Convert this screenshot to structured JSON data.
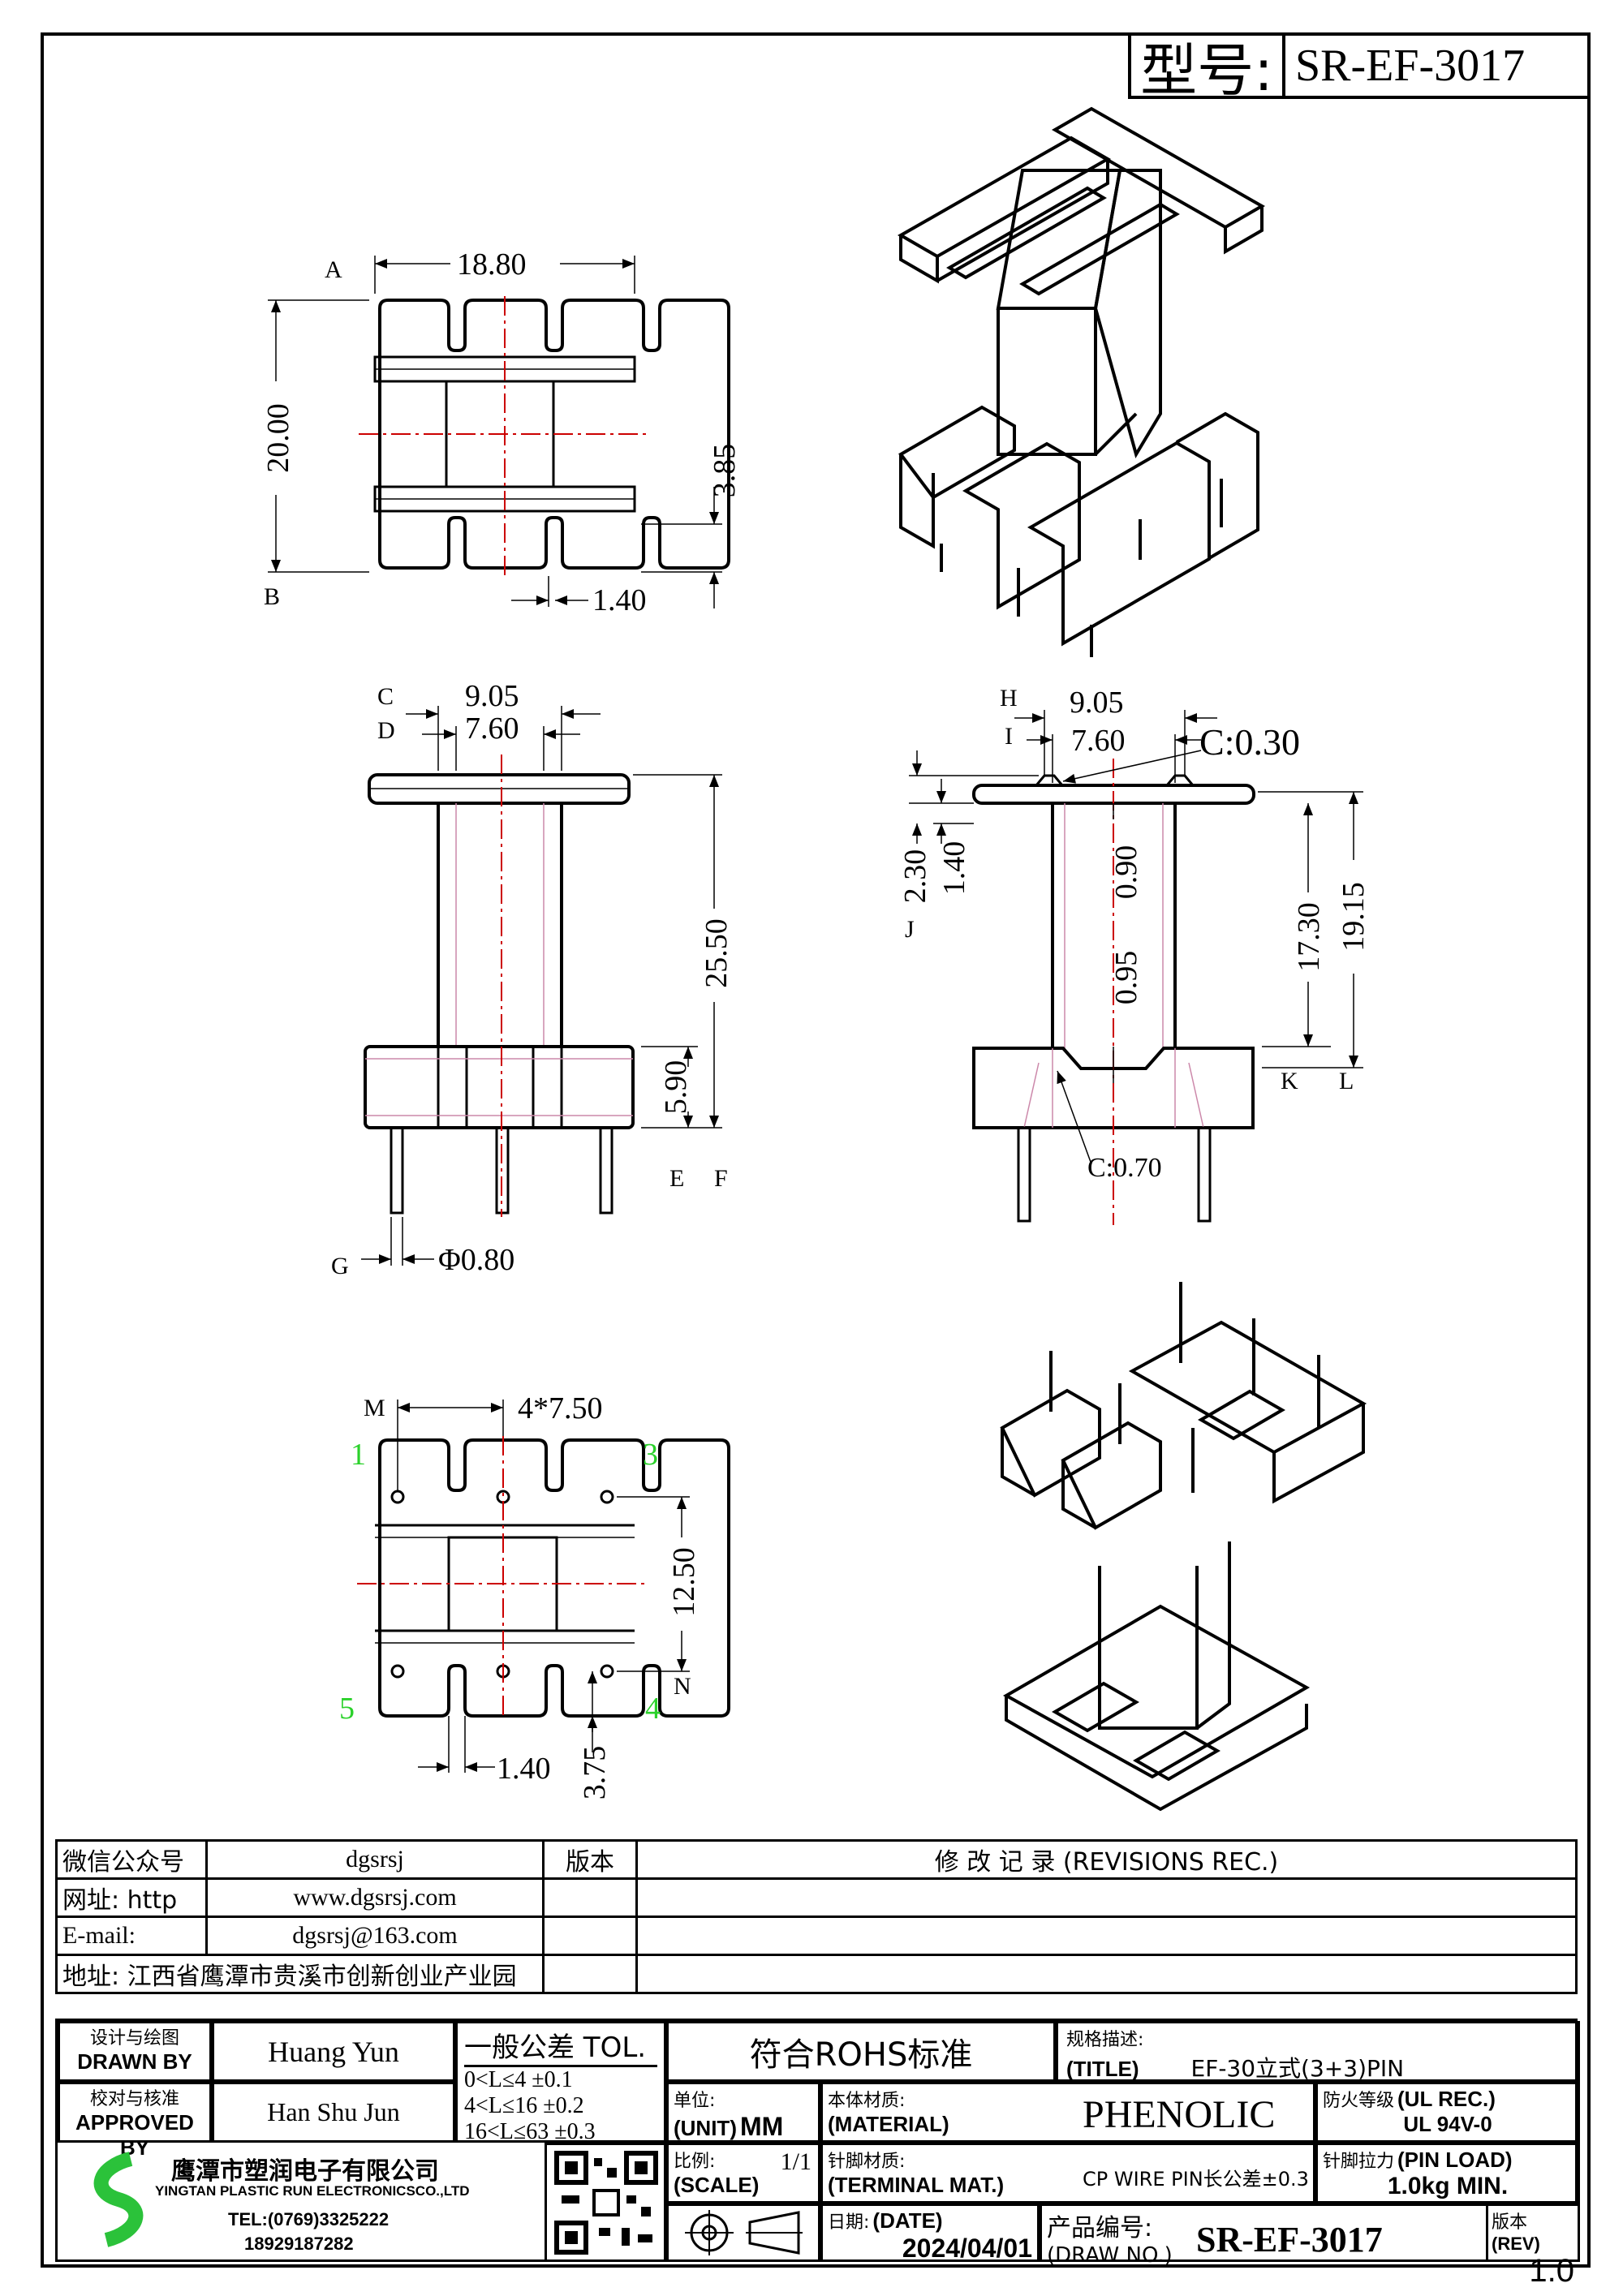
{
  "header": {
    "model_label": "型号:",
    "model_value": "SR-EF-3017"
  },
  "top_view": {
    "width_dim": "18.80",
    "height_dim": "20.00",
    "flange_dim": "3.85",
    "slot_dim": "1.40",
    "label_a": "A",
    "label_b": "B"
  },
  "front_view": {
    "outer_dim": "9.05",
    "inner_dim": "7.60",
    "total_height": "25.50",
    "base_height": "5.90",
    "pin_dia": "Φ0.80",
    "label_c": "C",
    "label_d": "D",
    "label_e": "E",
    "label_f": "F",
    "label_g": "G"
  },
  "side_view": {
    "outer_dim": "9.05",
    "inner_dim": "7.60",
    "chamfer_top": "C:0.30",
    "dim_230": "2.30",
    "dim_140": "1.40",
    "dim_090": "0.90",
    "dim_095": "0.95",
    "dim_1730": "17.30",
    "dim_1915": "19.15",
    "chamfer_bottom": "C:0.70",
    "label_h": "H",
    "label_i": "I",
    "label_j": "J",
    "label_k": "K",
    "label_l": "L"
  },
  "bottom_view": {
    "pitch": "4*7.50",
    "row_dim": "12.50",
    "slot_dim": "1.40",
    "edge_dim": "3.75",
    "label_m": "M",
    "label_n": "N",
    "pin_1": "1",
    "pin_3": "3",
    "pin_4": "4",
    "pin_5": "5"
  },
  "info_table": {
    "wechat_label": "微信公众号",
    "wechat_value": "dgsrsj",
    "web_label": "网址: http",
    "web_value": "www.dgsrsj.com",
    "email_label": "E-mail:",
    "email_value": "dgsrsj@163.com",
    "address": "地址: 江西省鹰潭市贵溪市创新创业产业园",
    "version_label": "版本",
    "revisions_label": "修 改 记 录 (REVISIONS REC.)"
  },
  "title_block": {
    "design_cn": "设计与绘图",
    "drawn_by_label": "DRAWN BY",
    "drawn_by": "Huang Yun",
    "check_cn": "校对与核准",
    "approved_by_label": "APPROVED BY",
    "approved_by": "Han Shu Jun",
    "tol_title": "一般公差 TOL.",
    "tol_rows": [
      "0<L≤4   ±0.1",
      "4<L≤16  ±0.2",
      "16<L≤63 ±0.3"
    ],
    "rohs": "符合ROHS标准",
    "title_cn": "规格描述:",
    "title_label": "(TITLE)",
    "title_value": "EF-30立式(3+3)PIN",
    "unit_cn": "单位:",
    "unit_label": "(UNIT)",
    "unit_value": "MM",
    "material_cn": "本体材质:",
    "material_label": "(MATERIAL)",
    "material_value": "PHENOLIC",
    "fire_cn": "防火等级",
    "fire_label": "(UL REC.)",
    "fire_value": "UL 94V-0",
    "scale_cn": "比例:",
    "scale_label": "(SCALE)",
    "scale_value": "1/1",
    "terminal_cn": "针脚材质:",
    "terminal_label": "(TERMINAL MAT.)",
    "terminal_value": "CP WIRE  PIN长公差±0.3",
    "pinload_cn": "针脚拉力",
    "pinload_label": "(PIN LOAD)",
    "pinload_value": "1.0kg MIN.",
    "date_cn": "日期:",
    "date_label": "(DATE)",
    "date_value": "2024/04/01",
    "drawno_cn": "产品编号:",
    "drawno_label": "(DRAW NO.)",
    "drawno_value": "SR-EF-3017",
    "rev_cn": "版本",
    "rev_label": "(REV)",
    "rev_value": "1.0",
    "company_cn": "鹰潭市塑润电子有限公司",
    "company_en": "YINGTAN PLASTIC RUN ELECTRONICSCO.,LTD",
    "tel": "TEL:(0769)3325222",
    "phone": "18929187282"
  }
}
